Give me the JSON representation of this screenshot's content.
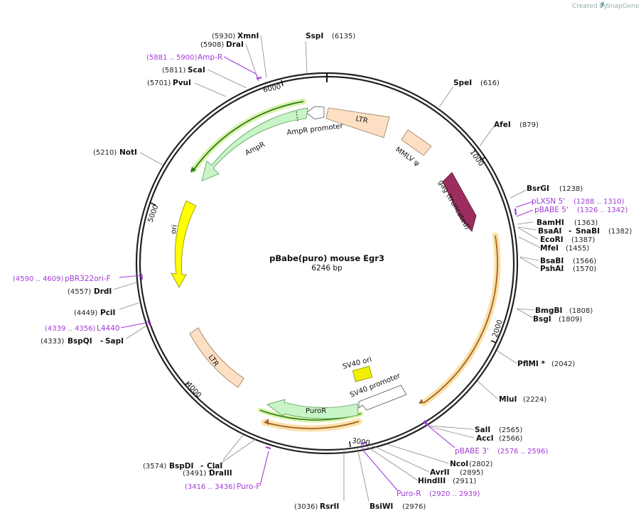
{
  "brand": {
    "created_by": "Created by",
    "name": "SnapGene"
  },
  "plasmid": {
    "name": "pBabe(puro) mouse Egr3",
    "size": "6246 bp"
  },
  "ticks": [
    "1000",
    "2000",
    "3000",
    "4000",
    "5000",
    "6000"
  ],
  "colors": {
    "ampr": "#c8f5c8",
    "ltr": "#fde0c4",
    "gag": "#9b2d5f",
    "ori": "#ffff00",
    "sv40ori": "#f0f000",
    "primer": "#a23ad6",
    "orf_outline": "#e8a040"
  },
  "features": {
    "ltr_top": "LTR",
    "mmlv": "MMLV ψ",
    "gag": "gag (truncated)",
    "ampr_promoter": "AmpR promoter",
    "ampr": "AmpR",
    "ori": "ori",
    "ltr_bottom": "LTR",
    "sv40_ori": "SV40 ori",
    "sv40_promoter": "SV40 promoter",
    "puror": "PuroR"
  },
  "sites": [
    {
      "name": "SspI",
      "pos": "(6135)"
    },
    {
      "name": "SpeI",
      "pos": "(616)"
    },
    {
      "name": "AfeI",
      "pos": "(879)"
    },
    {
      "name": "BsrGI",
      "pos": "(1238)"
    },
    {
      "name": "BamHI",
      "pos": "(1363)"
    },
    {
      "name": "BsaAI",
      "sep": "-",
      "name2": "SnaBI",
      "pos": "(1382)"
    },
    {
      "name": "EcoRI",
      "pos": "(1387)"
    },
    {
      "name": "MfeI",
      "pos": "(1455)"
    },
    {
      "name": "BsaBI",
      "pos": "(1566)"
    },
    {
      "name": "PshAI",
      "pos": "(1570)"
    },
    {
      "name": "BmgBI",
      "pos": "(1808)"
    },
    {
      "name": "BsgI",
      "pos": "(1809)"
    },
    {
      "name": "PflMI *",
      "pos": "(2042)"
    },
    {
      "name": "MluI",
      "pos": "(2224)"
    },
    {
      "name": "SalI",
      "pos": "(2565)"
    },
    {
      "name": "AccI",
      "pos": "(2566)"
    },
    {
      "name": "NcoI",
      "pos": "(2802)"
    },
    {
      "name": "AvrII",
      "pos": "(2895)"
    },
    {
      "name": "HindIII",
      "pos": "(2911)"
    },
    {
      "name": "BsiWI",
      "pos": "(2976)"
    },
    {
      "name": "RsrII",
      "pos": "(3036)"
    },
    {
      "name": "DraIII",
      "pos": "(3491)"
    },
    {
      "name": "BspDI",
      "sep": "-",
      "name2": "ClaI",
      "pos": "(3574)"
    },
    {
      "name": "BspQI",
      "sep": "-",
      "name2": "SapI",
      "pos": "(4333)"
    },
    {
      "name": "PciI",
      "pos": "(4449)"
    },
    {
      "name": "DrdI",
      "pos": "(4557)"
    },
    {
      "name": "NotI",
      "pos": "(5210)"
    },
    {
      "name": "PvuI",
      "pos": "(5701)"
    },
    {
      "name": "ScaI",
      "pos": "(5811)"
    },
    {
      "name": "DraI",
      "pos": "(5908)"
    },
    {
      "name": "XmnI",
      "pos": "(5930)"
    }
  ],
  "primers": [
    {
      "name": "pLXSN 5'",
      "range": "(1288 .. 1310)"
    },
    {
      "name": "pBABE 5'",
      "range": "(1326 .. 1342)"
    },
    {
      "name": "pBABE 3'",
      "range": "(2576 .. 2596)"
    },
    {
      "name": "Puro-R",
      "range": "(2920 .. 2939)"
    },
    {
      "name": "Puro-F",
      "range": "(3416 .. 3436)"
    },
    {
      "name": "L4440",
      "range": "(4339 .. 4356)"
    },
    {
      "name": "pBR322ori-F",
      "range": "(4590 .. 4609)"
    },
    {
      "name": "Amp-R",
      "range": "(5881 .. 5900)"
    }
  ]
}
